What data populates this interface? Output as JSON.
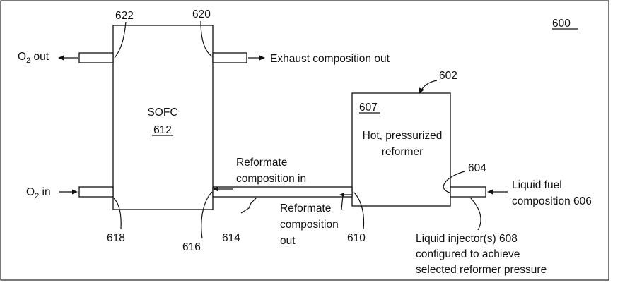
{
  "figure_number": "600",
  "sofc": {
    "name": "SOFC",
    "ref": "612"
  },
  "reformer": {
    "ref": "607",
    "line1": "Hot, pressurized",
    "line2": "reformer"
  },
  "labels": {
    "o2_out": {
      "main": "O",
      "sub": "2",
      "rest": " out"
    },
    "o2_in": {
      "main": "O",
      "sub": "2",
      "rest": " in"
    },
    "exhaust_out": "Exhaust composition out",
    "reformate_in_line1": "Reformate",
    "reformate_in_line2": "composition in",
    "reformate_out_line1": "Reformate",
    "reformate_out_line2": "composition",
    "reformate_out_line3": "out",
    "liquid_fuel_line1": "Liquid fuel",
    "liquid_fuel_line2": "composition 606",
    "injector_line1": "Liquid injector(s) 608",
    "injector_line2": "configured to achieve",
    "injector_line3": "selected reformer pressure"
  },
  "refs": {
    "r602": "602",
    "r604": "604",
    "r610": "610",
    "r614": "614",
    "r616": "616",
    "r618": "618",
    "r620": "620",
    "r622": "622"
  }
}
